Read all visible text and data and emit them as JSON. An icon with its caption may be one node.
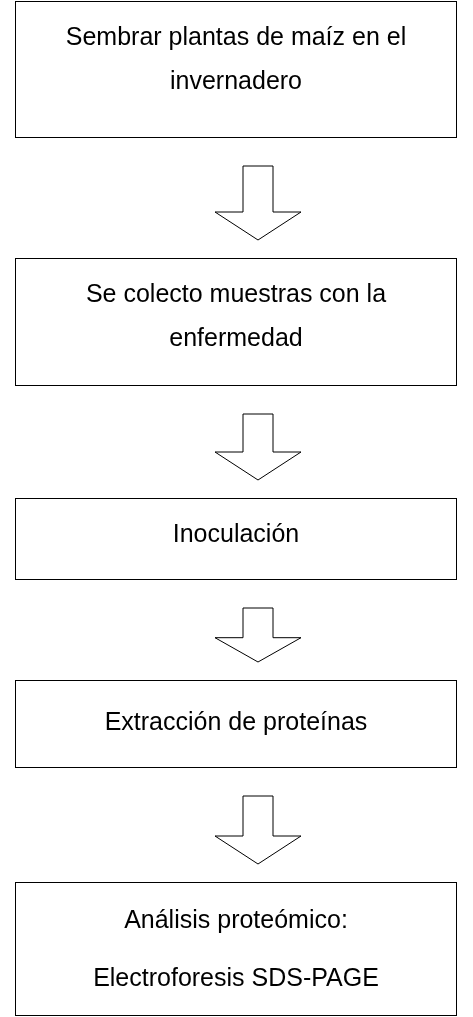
{
  "diagram": {
    "nodes": [
      {
        "text": [
          "Sembrar plantas de maíz en el invernadero"
        ]
      },
      {
        "text": [
          "Se colecto muestras con la enfermedad"
        ]
      },
      {
        "text": [
          "Inoculación"
        ]
      },
      {
        "text": [
          "Extracción de proteínas"
        ]
      },
      {
        "text": [
          "Análisis proteómico:",
          "Electroforesis SDS-PAGE"
        ]
      }
    ],
    "edges": [
      {
        "from": 0,
        "to": 1,
        "arrow": "to"
      },
      {
        "from": 1,
        "to": 2,
        "arrow": "to"
      },
      {
        "from": 2,
        "to": 3,
        "arrow": "to"
      },
      {
        "from": 3,
        "to": 4,
        "arrow": "to"
      }
    ]
  }
}
